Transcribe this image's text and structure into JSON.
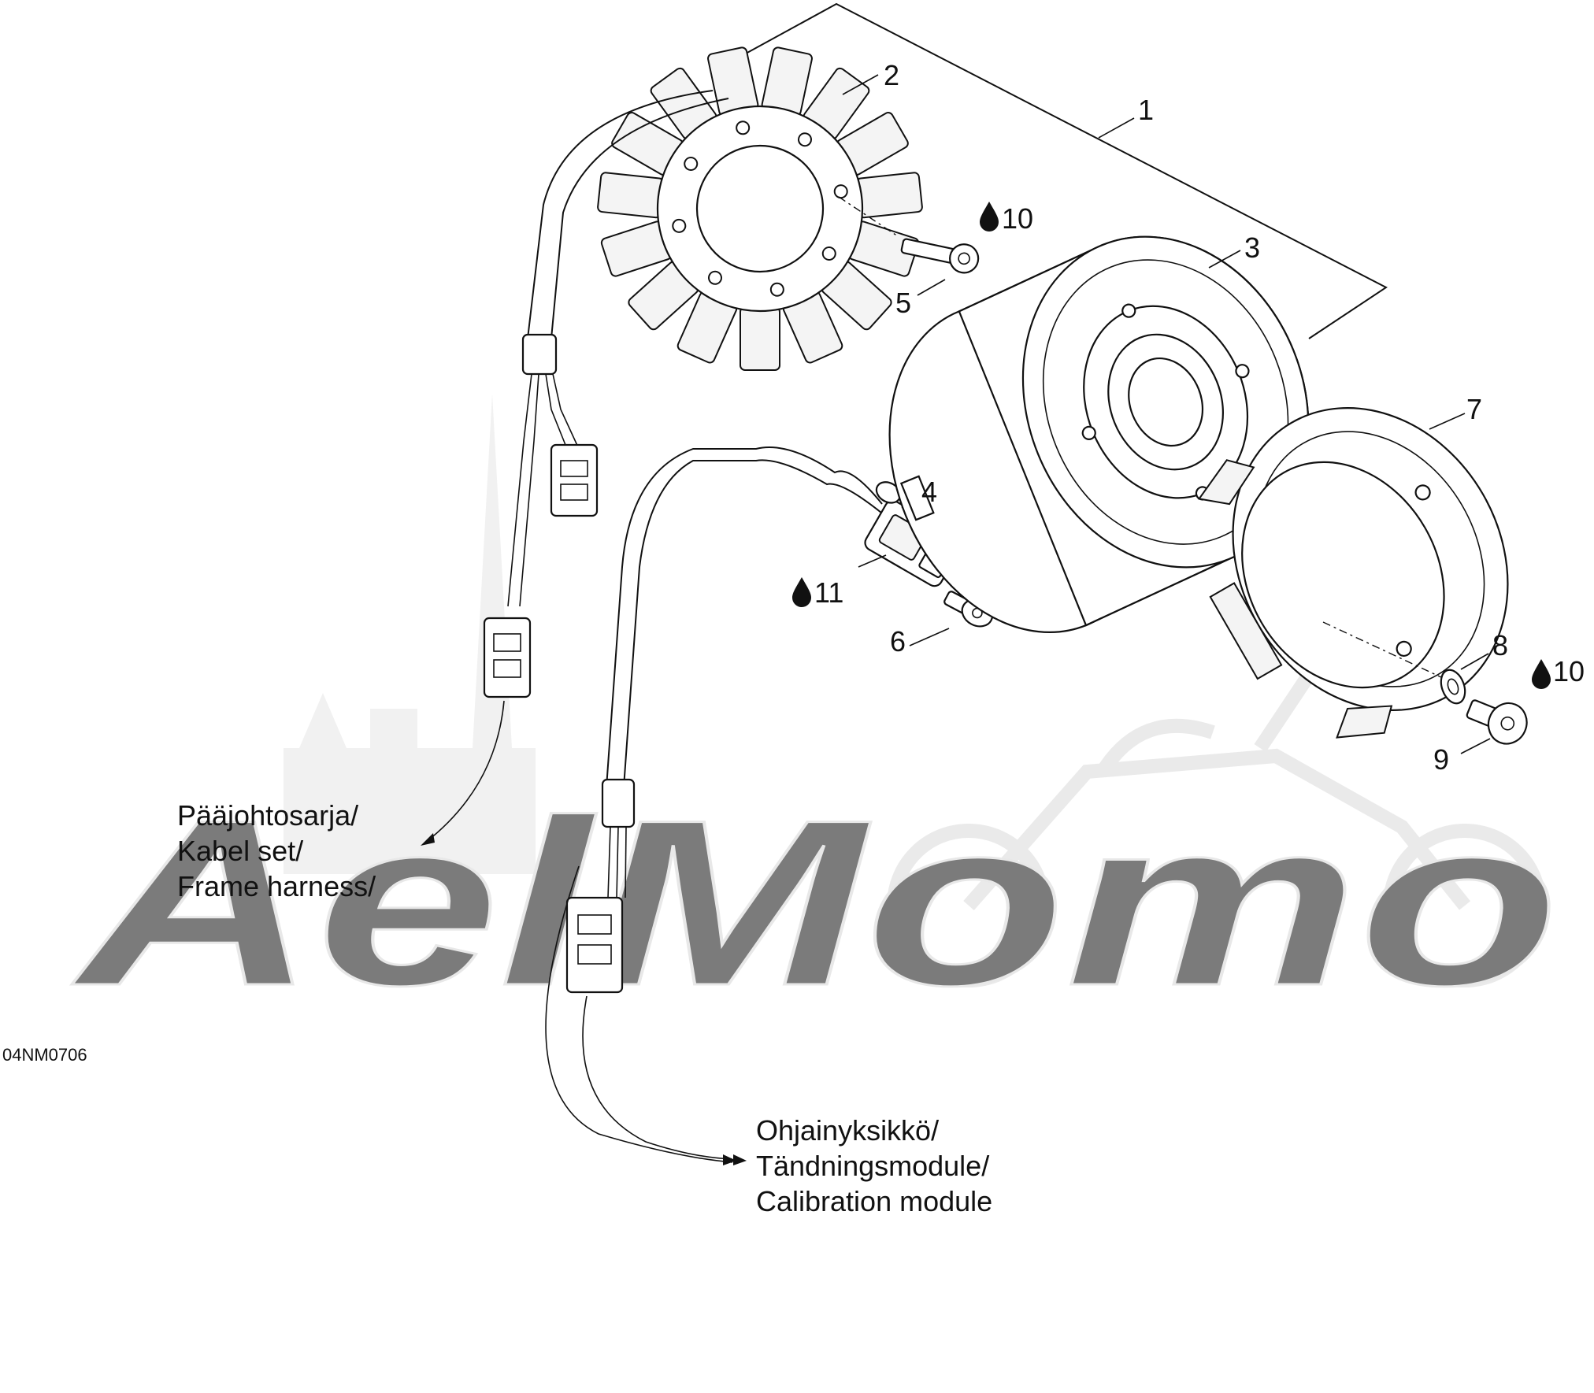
{
  "drawing_code": "04NM0706",
  "watermark": {
    "text": "AelMomo"
  },
  "callouts": [
    {
      "id": "1",
      "label": "1"
    },
    {
      "id": "2",
      "label": "2"
    },
    {
      "id": "3",
      "label": "3"
    },
    {
      "id": "4",
      "label": "4"
    },
    {
      "id": "5",
      "label": "5"
    },
    {
      "id": "6",
      "label": "6"
    },
    {
      "id": "7",
      "label": "7"
    },
    {
      "id": "8",
      "label": "8"
    },
    {
      "id": "9",
      "label": "9"
    }
  ],
  "compound_marks": [
    {
      "id": "10a",
      "label": "10"
    },
    {
      "id": "11",
      "label": "11"
    },
    {
      "id": "10b",
      "label": "10"
    }
  ],
  "harness_label": [
    "Pääjohtosarja/",
    "Kabel set/",
    "Frame harness/"
  ],
  "module_label": [
    "Ohjainyksikkö/",
    "Tändningsmodule/",
    "Calibration module"
  ]
}
